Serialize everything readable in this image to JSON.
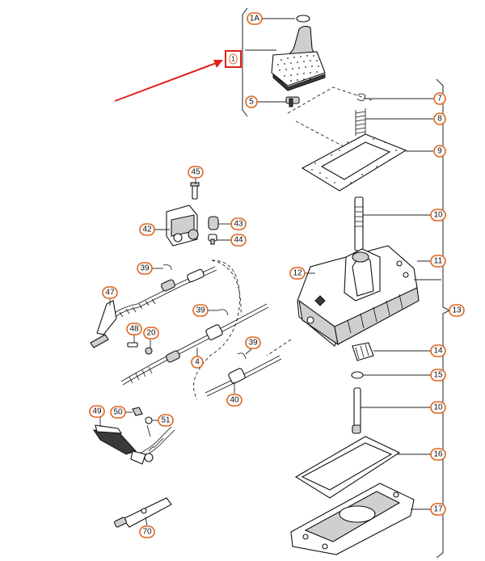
{
  "callouts": {
    "c1a": "1A",
    "c1": "1",
    "c5": "5",
    "c7": "7",
    "c8": "8",
    "c9": "9",
    "c10a": "10",
    "c45": "45",
    "c42": "42",
    "c43": "43",
    "c44": "44",
    "c12": "12",
    "c11": "11",
    "c13": "13",
    "c39a": "39",
    "c47": "47",
    "c39b": "39",
    "c48": "48",
    "c20": "20",
    "c4": "4",
    "c39c": "39",
    "c40": "40",
    "c14": "14",
    "c15": "15",
    "c10b": "10",
    "c49": "49",
    "c50": "50",
    "c51": "51",
    "c16": "16",
    "c17": "17",
    "c70": "70"
  },
  "colors": {
    "highlight": "#e0211c",
    "callout_border": "#e0651f"
  }
}
